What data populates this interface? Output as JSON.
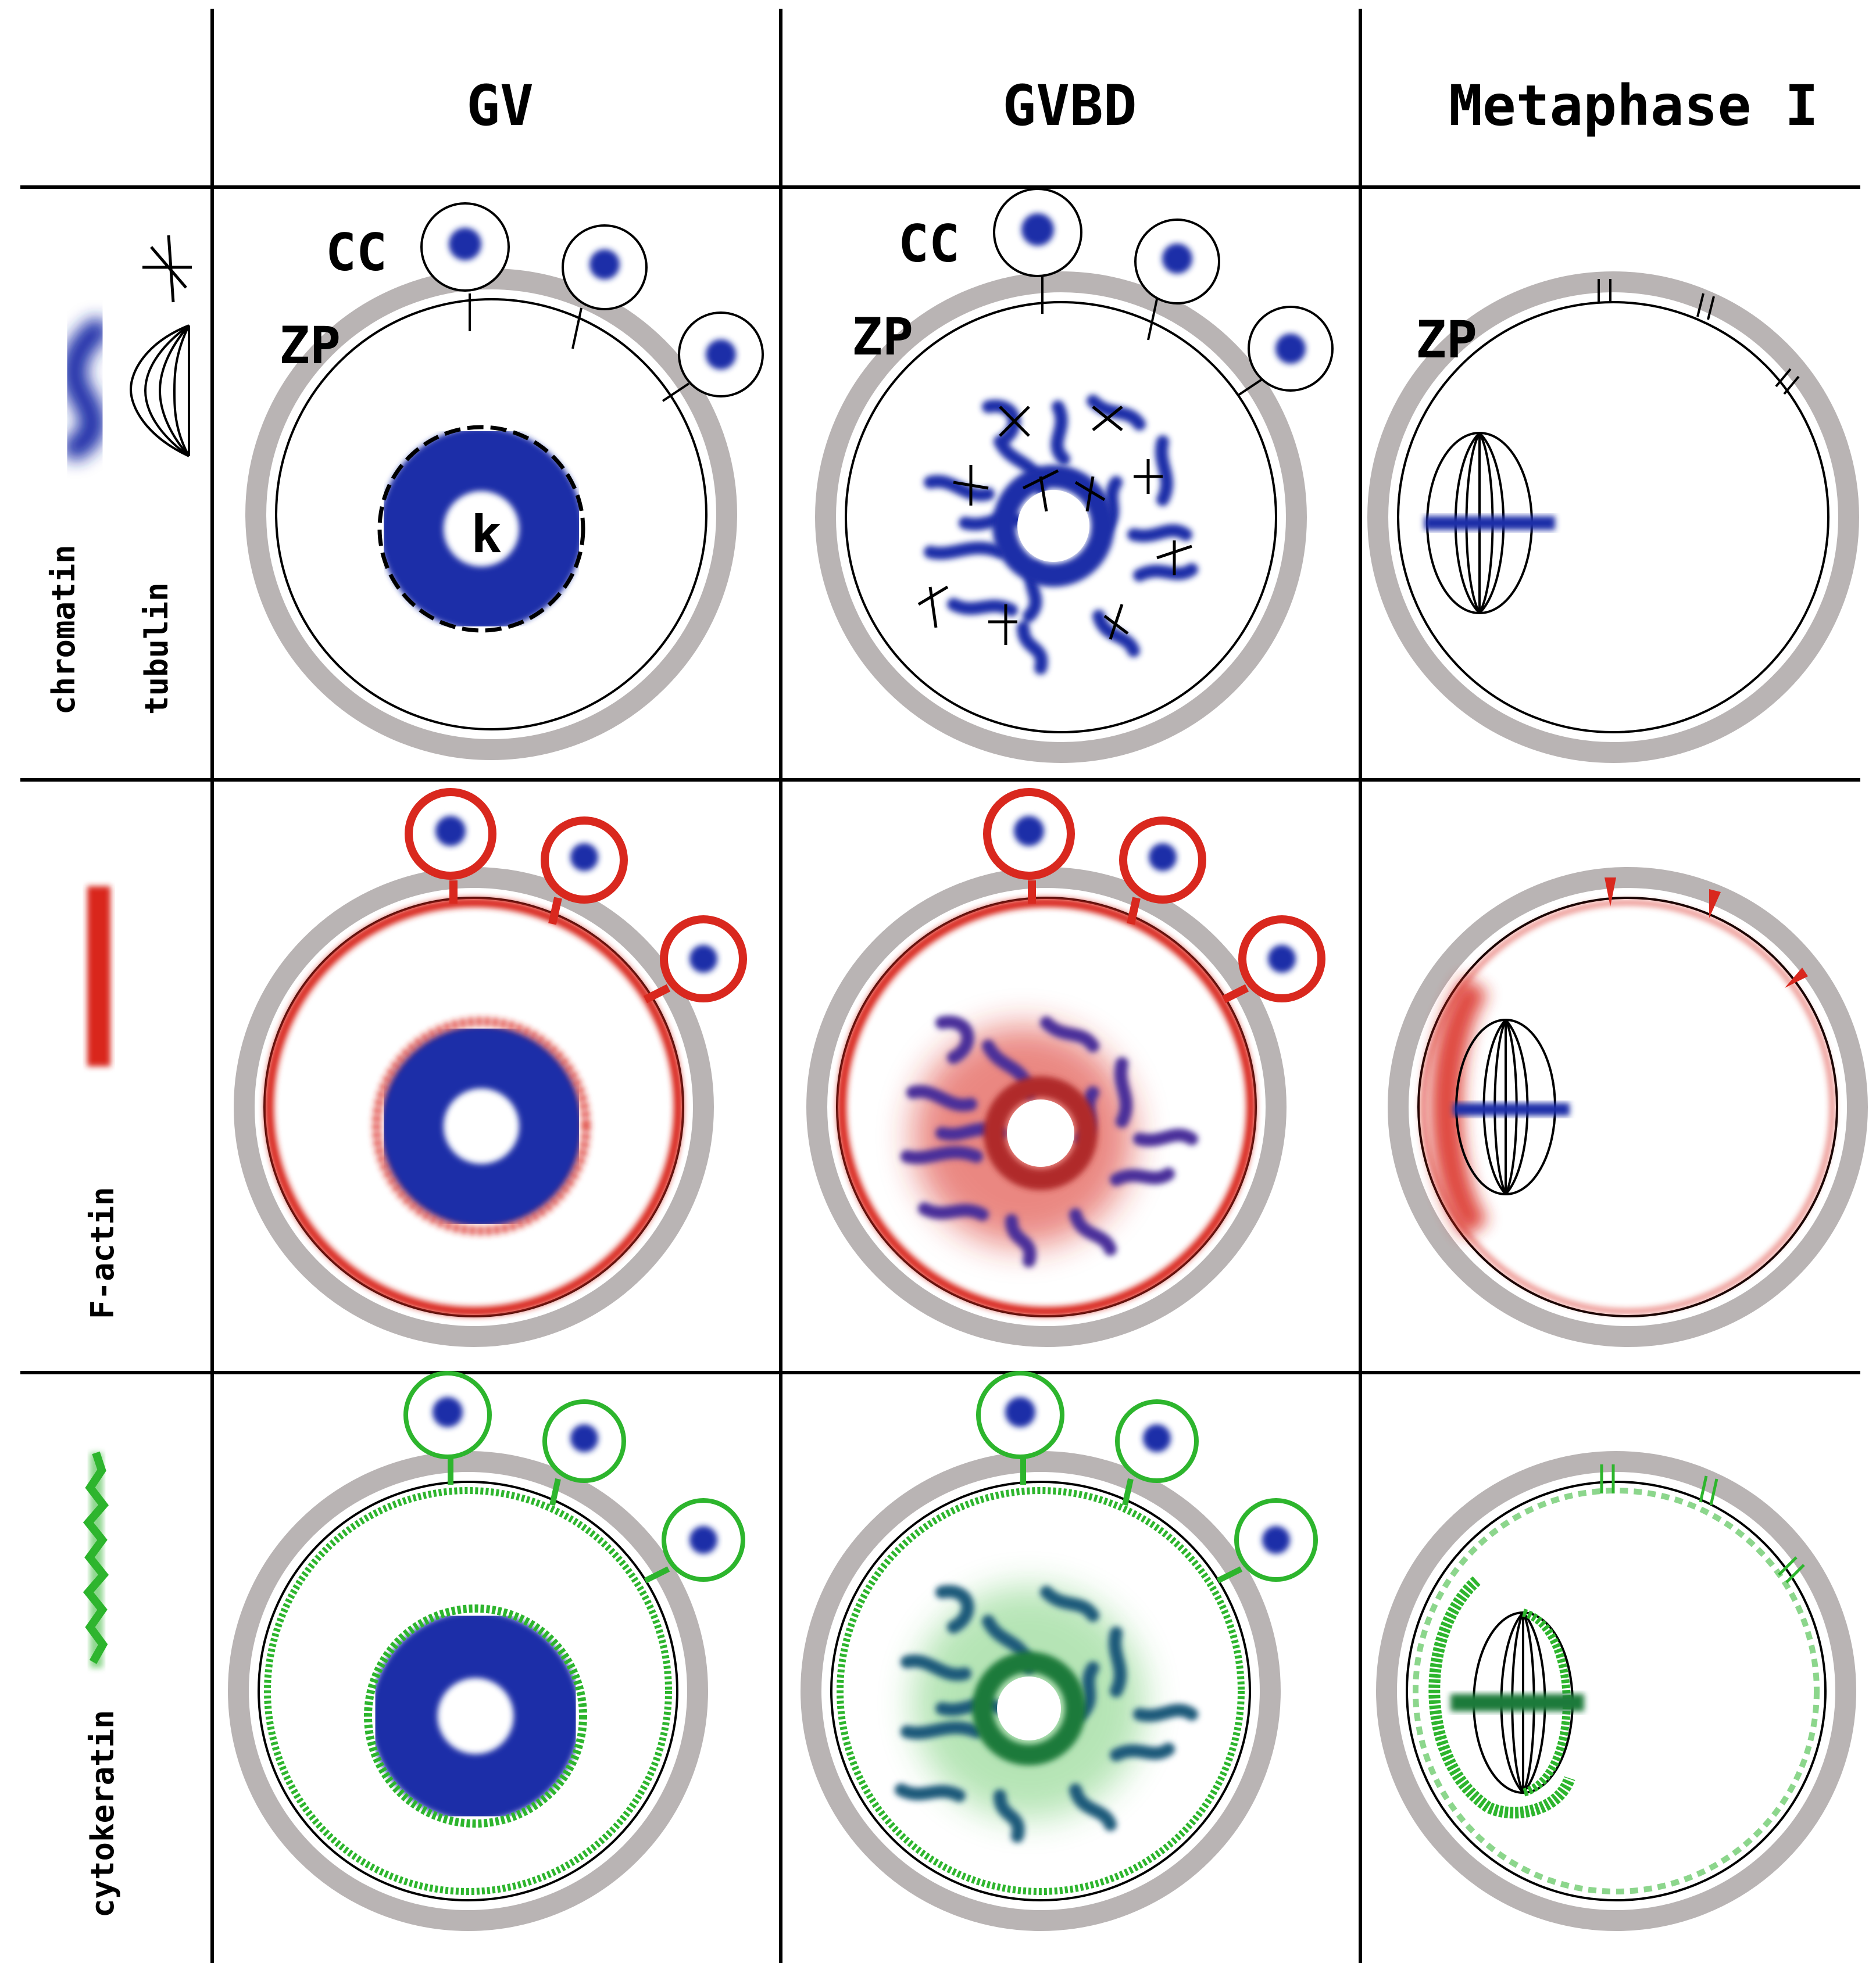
{
  "columns": {
    "gv": "GV",
    "gvbd": "GVBD",
    "metaphase": "Metaphase I"
  },
  "rows": {
    "tubulin": {
      "label_a": "chromatin",
      "label_b": "tubulin"
    },
    "factin": {
      "label": "F-actin"
    },
    "cytokeratin": {
      "label": "cytokeratin"
    }
  },
  "annotations": {
    "cc": "CC",
    "zp": "ZP",
    "k": "k"
  },
  "colors": {
    "chromatin": "#1a2ea8",
    "factin": "#d9281e",
    "cytokeratin": "#2db52d",
    "zona": "#b9b4b4",
    "line": "#000000"
  }
}
